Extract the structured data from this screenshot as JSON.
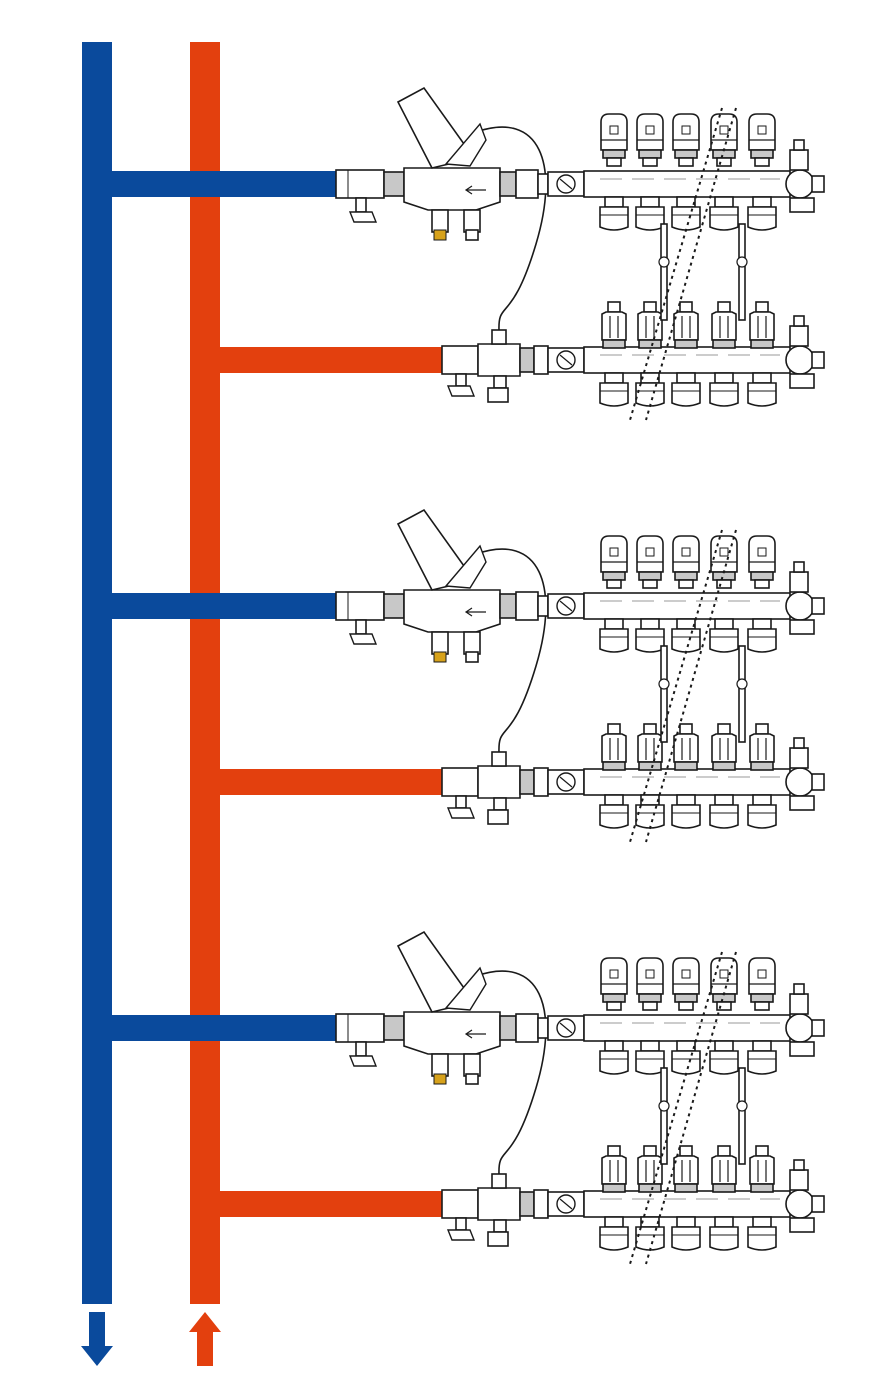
{
  "colors": {
    "background": "#ffffff",
    "flow_pipe": "#0a4a9c",
    "return_pipe": "#e3400e",
    "outline": "#1a1a1a",
    "fitting_fill": "#ffffff",
    "fitting_shade": "#c8c8c8"
  },
  "pipes": {
    "flow": {
      "name": "flow-riser",
      "direction": "down"
    },
    "return": {
      "name": "return-riser",
      "direction": "up"
    }
  },
  "groups": [
    {
      "name": "manifold-group-1",
      "outlets": 5,
      "ports": {
        "flow": "pressure-regulating-valve",
        "return": "zone-valve"
      }
    },
    {
      "name": "manifold-group-2",
      "outlets": 5,
      "ports": {
        "flow": "pressure-regulating-valve",
        "return": "zone-valve"
      }
    },
    {
      "name": "manifold-group-3",
      "outlets": 5,
      "ports": {
        "flow": "pressure-regulating-valve",
        "return": "zone-valve"
      }
    }
  ],
  "icons": {
    "flow_arrow": "arrow-down-icon",
    "return_arrow": "arrow-up-icon"
  }
}
